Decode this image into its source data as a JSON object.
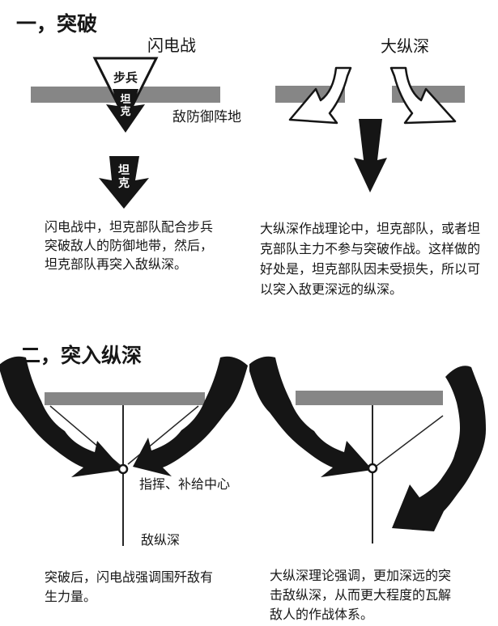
{
  "colors": {
    "bar_gray": "#868686",
    "ink": "#151515"
  },
  "section1": {
    "title": "一，突破",
    "blitzkrieg": {
      "label": "闪电战",
      "infantry": "步兵",
      "tank1": "坦克",
      "tank2": "坦克",
      "defense_line": "敌防御阵地",
      "description": "闪电战中，坦克部队配合步兵\n突破敌人的防御地带，然后，\n坦克部队再突入敌纵深。"
    },
    "deep_battle": {
      "label": "大纵深",
      "description": "大纵深作战理论中，坦克部队，或者坦\n克部队主力不参与突破作战。这样做的\n好处是，坦克部队因未受损失，所以可\n以突入敌更深远的纵深。"
    }
  },
  "section2": {
    "title": "二，突入纵深",
    "blitzkrieg": {
      "command_center": "指挥、补给中心",
      "enemy_depth": "敌纵深",
      "description": "突破后，闪电战强调围歼敌有\n生力量。"
    },
    "deep_battle": {
      "description": "大纵深理论强调，更加深远的突\n击敌纵深，从而更大程度的瓦解\n敌人的作战体系。"
    }
  }
}
